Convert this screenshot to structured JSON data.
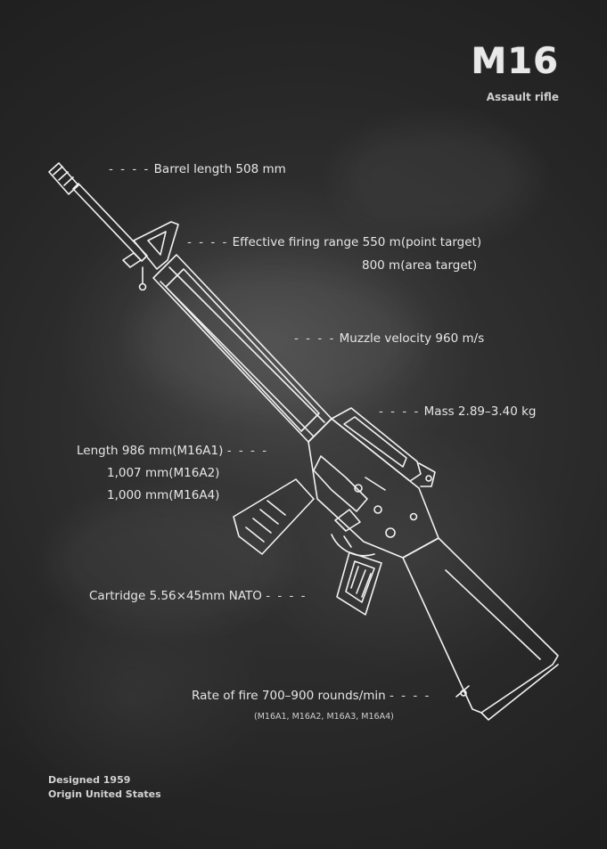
{
  "header": {
    "title": "M16",
    "subtitle": "Assault rifle"
  },
  "specs": {
    "barrel": "Barrel length 508 mm",
    "range_line1": "Effective firing range 550 m(point target)",
    "range_line2": "800 m(area target)",
    "velocity": "Muzzle velocity 960 m/s",
    "mass": "Mass 2.89–3.40 kg",
    "length_line1": "Length 986 mm(M16A1)",
    "length_line2": "1,007 mm(M16A2)",
    "length_line3": "1,000 mm(M16A4)",
    "cartridge": "Cartridge 5.56×45mm NATO",
    "rate": "Rate of fire 700–900 rounds/min",
    "rate_note": "(M16A1, M16A2, M16A3, M16A4)"
  },
  "dash": "- - - -",
  "footer": {
    "designed": "Designed 1959",
    "origin": "Origin United States"
  },
  "colors": {
    "background": "#141414",
    "chalk": "#f2f2f2"
  }
}
